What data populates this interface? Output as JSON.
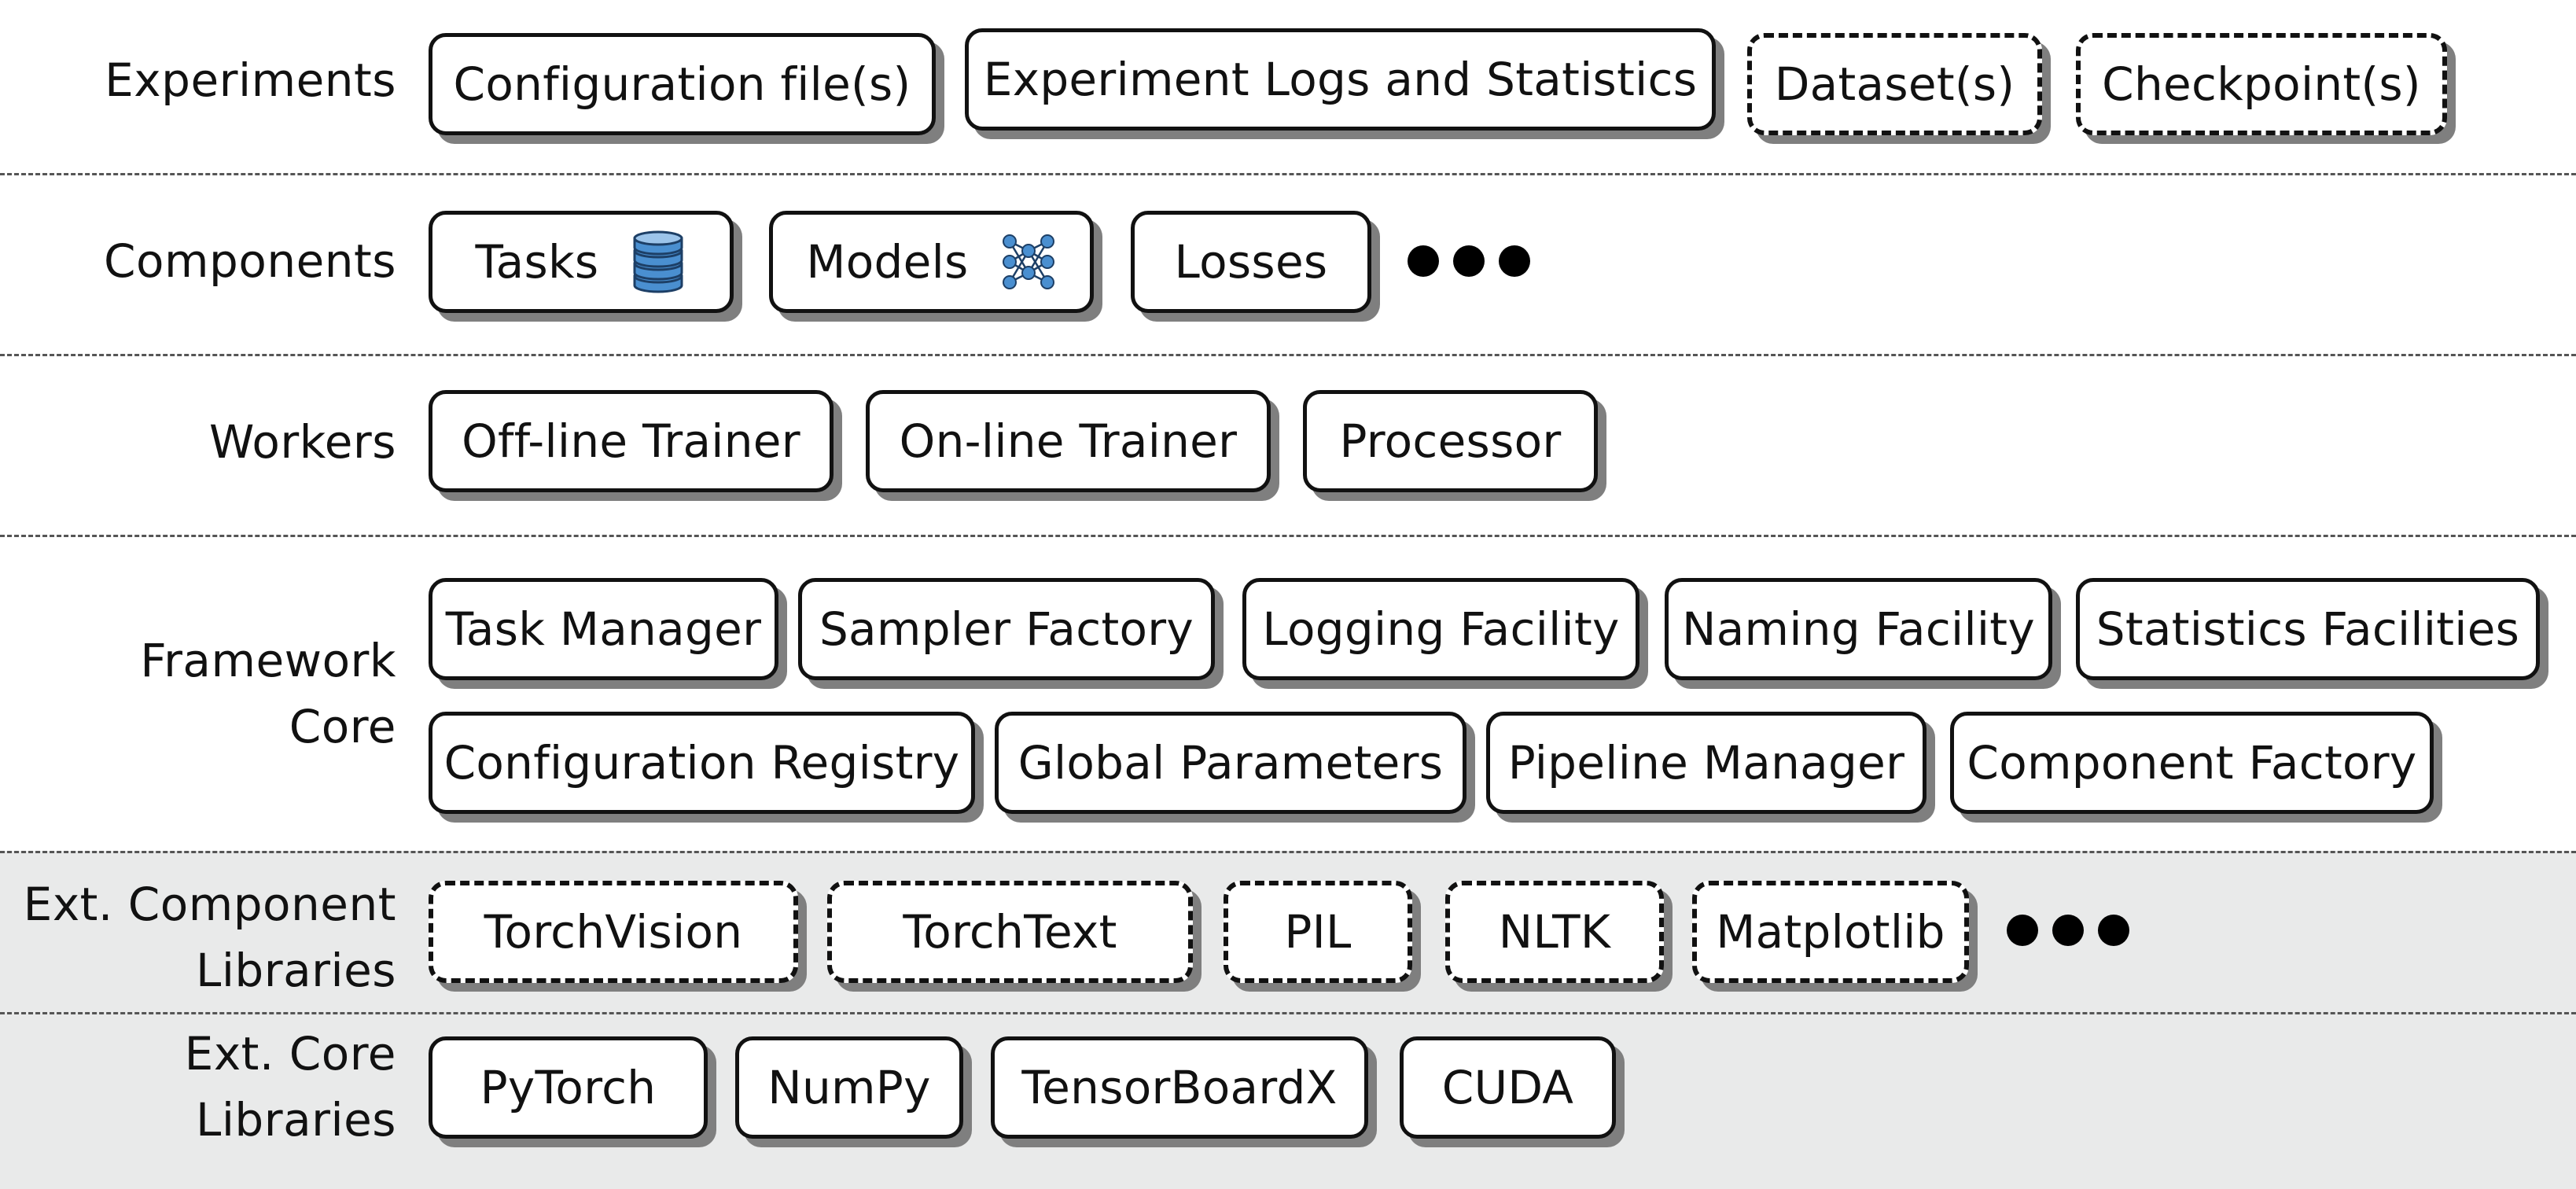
{
  "layers": [
    {
      "id": "experiments",
      "label": "Experiments",
      "items": [
        {
          "label": "Configuration file(s)",
          "style": "solid"
        },
        {
          "label": "Experiment Logs and Statistics",
          "style": "solid"
        },
        {
          "label": "Dataset(s)",
          "style": "dashed"
        },
        {
          "label": "Checkpoint(s)",
          "style": "dashed"
        }
      ]
    },
    {
      "id": "components",
      "label": "Components",
      "items": [
        {
          "label": "Tasks",
          "style": "solid",
          "icon": "database-icon"
        },
        {
          "label": "Models",
          "style": "solid",
          "icon": "neural-network-icon"
        },
        {
          "label": "Losses",
          "style": "solid"
        }
      ],
      "more": true
    },
    {
      "id": "workers",
      "label": "Workers",
      "items": [
        {
          "label": "Off-line Trainer",
          "style": "solid"
        },
        {
          "label": "On-line Trainer",
          "style": "solid"
        },
        {
          "label": "Processor",
          "style": "solid"
        }
      ]
    },
    {
      "id": "framework-core",
      "label": "Framework\nCore",
      "items": [
        {
          "label": "Task Manager",
          "style": "solid"
        },
        {
          "label": "Sampler Factory",
          "style": "solid"
        },
        {
          "label": "Logging Facility",
          "style": "solid"
        },
        {
          "label": "Naming Facility",
          "style": "solid"
        },
        {
          "label": "Statistics Facilities",
          "style": "solid"
        },
        {
          "label": "Configuration Registry",
          "style": "solid"
        },
        {
          "label": "Global Parameters",
          "style": "solid"
        },
        {
          "label": "Pipeline Manager",
          "style": "solid"
        },
        {
          "label": "Component Factory",
          "style": "solid"
        }
      ]
    },
    {
      "id": "ext-component-libraries",
      "label": "Ext. Component\nLibraries",
      "shaded": true,
      "items": [
        {
          "label": "TorchVision",
          "style": "dashed"
        },
        {
          "label": "TorchText",
          "style": "dashed"
        },
        {
          "label": "PIL",
          "style": "dashed"
        },
        {
          "label": "NLTK",
          "style": "dashed"
        },
        {
          "label": "Matplotlib",
          "style": "dashed"
        }
      ],
      "more": true
    },
    {
      "id": "ext-core-libraries",
      "label": "Ext. Core\nLibraries",
      "shaded": true,
      "items": [
        {
          "label": "PyTorch",
          "style": "solid"
        },
        {
          "label": "NumPy",
          "style": "solid"
        },
        {
          "label": "TensorBoardX",
          "style": "solid"
        },
        {
          "label": "CUDA",
          "style": "solid"
        }
      ]
    }
  ],
  "colors": {
    "shade": "#e9eaea",
    "shadow": "#7f7f7f",
    "stroke": "#111111",
    "icon_blue": "#4a8fd0"
  }
}
